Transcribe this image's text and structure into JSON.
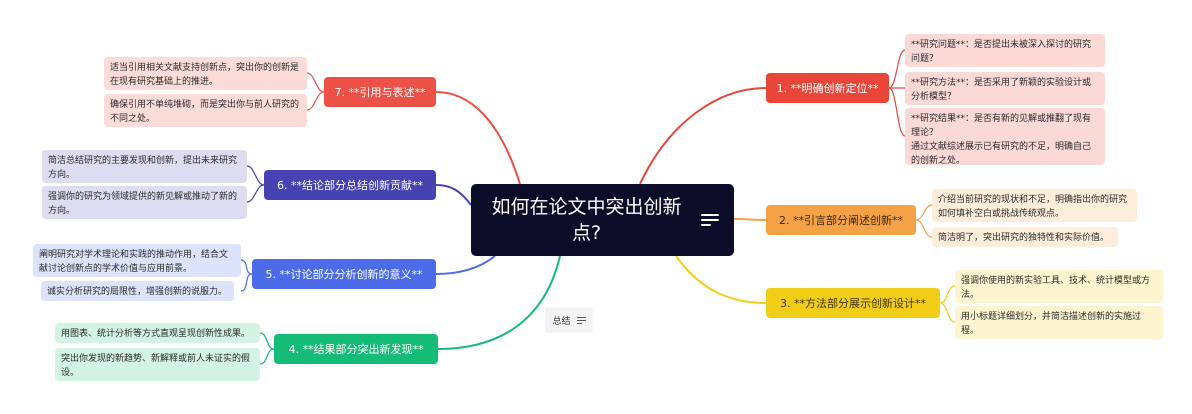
{
  "center": {
    "title": "如何在论文中突出创新点?"
  },
  "floating_topic": {
    "label": "总结"
  },
  "colors": {
    "center_bg": "#0b0c27",
    "red": "#e9463a",
    "orange": "#f4a245",
    "yellow": "#f2cd18",
    "green": "#15bc77",
    "blue": "#4b6be8",
    "indigo": "#4642b2",
    "pink": "#ed5046"
  },
  "branches": [
    {
      "id": "b1",
      "label": "1. **明确创新定位**",
      "color": "#e9463a",
      "leaf_bg": "#fbd9d7",
      "leaves": [
        "**研究问题**：是否提出未被深入探讨的研究问题？",
        "**研究方法**：是否采用了新颖的实验设计或分析模型？",
        "**研究结果**：是否有新的见解或推翻了现有理论？\n通过文献综述展示已有研究的不足，明确自己的创新之处。"
      ]
    },
    {
      "id": "b2",
      "label": "2. **引言部分阐述创新**",
      "color": "#f4a245",
      "leaf_bg": "#fdeedb",
      "leaves": [
        "介绍当前研究的现状和不足，明确指出你的研究如何填补空白或挑战传统观点。",
        "简洁明了，突出研究的独特性和实际价值。"
      ]
    },
    {
      "id": "b3",
      "label": "3. **方法部分展示创新设计**",
      "color": "#f2cd18",
      "leaf_bg": "#fdf5cf",
      "leaves": [
        "强调你使用的新实验工具、技术、统计模型或方法。",
        "用小标题详细划分，并简洁描述创新的实施过程。"
      ]
    },
    {
      "id": "b4",
      "label": "4. **结果部分突出新发现**",
      "color": "#15bc77",
      "leaf_bg": "#d3f3e3",
      "leaves": [
        "用图表、统计分析等方式直观呈现创新性成果。",
        "突出你发现的新趋势、新解释或前人未证实的假设。"
      ]
    },
    {
      "id": "b5",
      "label": "5. **讨论部分分析创新的意义**",
      "color": "#4b6be8",
      "leaf_bg": "#dce3fb",
      "leaves": [
        "阐明研究对学术理论和实践的推动作用，结合文献讨论创新点的学术价值与应用前景。",
        "诚实分析研究的局限性，增强创新的说服力。"
      ]
    },
    {
      "id": "b6",
      "label": "6. **结论部分总结创新贡献**",
      "color": "#4642b2",
      "leaf_bg": "#dddcf1",
      "leaves": [
        "简洁总结研究的主要发现和创新，提出未来研究方向。",
        "强调你的研究为领域提供的新见解或推动了新的方向。"
      ]
    },
    {
      "id": "b7",
      "label": "7. **引用与表述**",
      "color": "#ed5046",
      "leaf_bg": "#fcdcd9",
      "leaves": [
        "适当引用相关文献支持创新点，突出你的创新是在现有研究基础上的推进。",
        "确保引用不单纯堆砌，而是突出你与前人研究的不同之处。"
      ]
    }
  ]
}
